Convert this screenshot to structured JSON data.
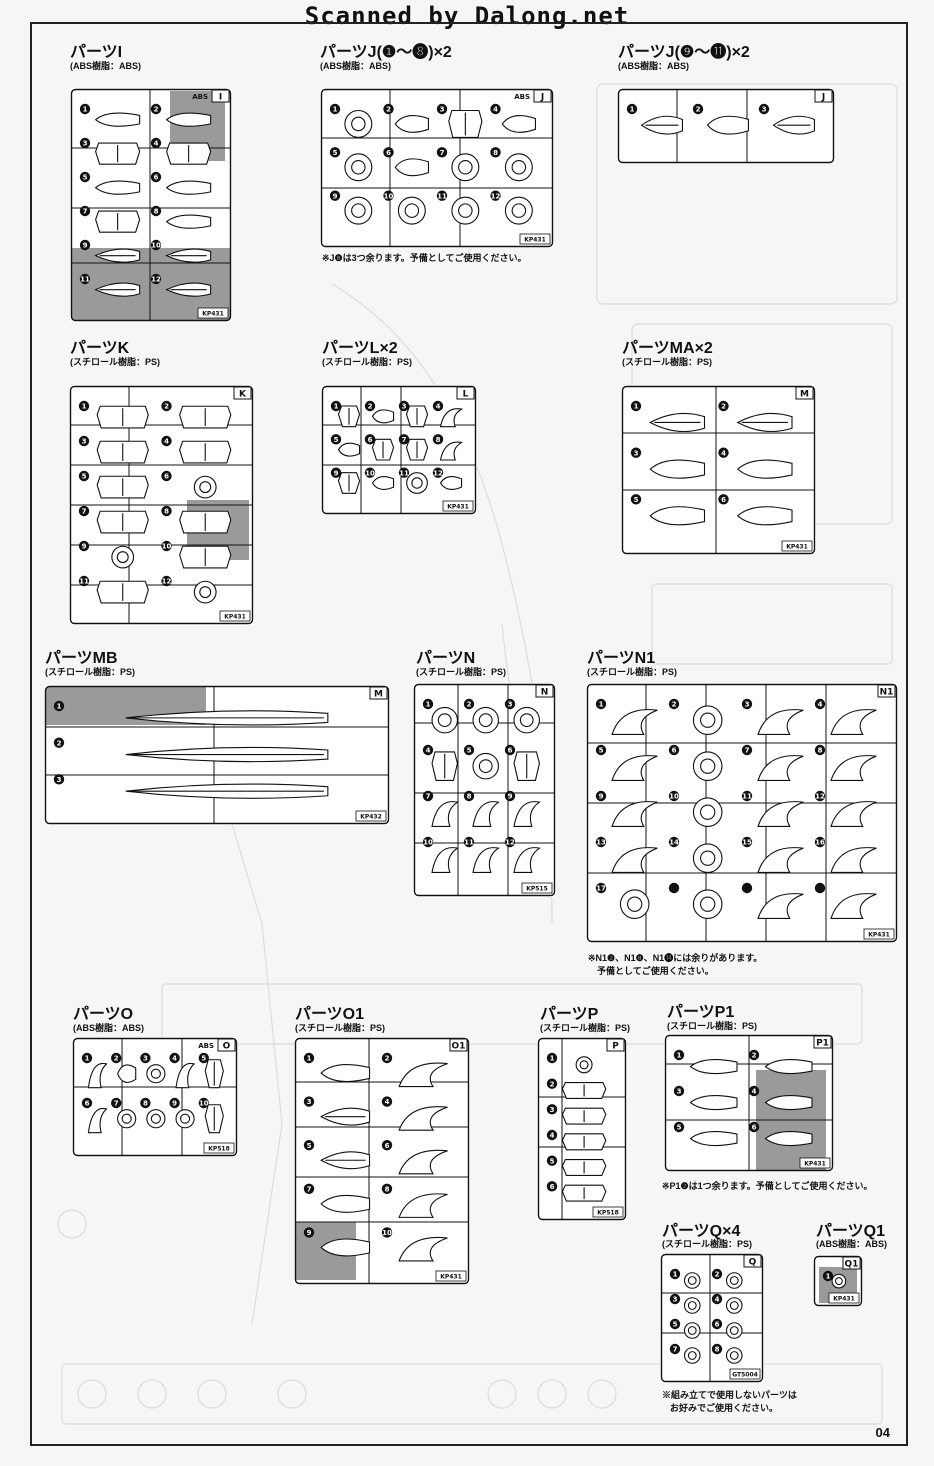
{
  "banner": "Scanned by Dalong.net",
  "page_number": "04",
  "parts": [
    {
      "id": "I",
      "title": "パーツI",
      "material": "(ABS樹脂：ABS)",
      "tag": "I",
      "resin_tag": "ABS",
      "code": "KP431"
    },
    {
      "id": "J1",
      "title": "パーツJ(❶〜❽)×2",
      "material": "(ABS樹脂：ABS)",
      "tag": "J",
      "resin_tag": "ABS",
      "code": "KP431",
      "note": "※J❽は3つ余ります。予備としてご使用ください。"
    },
    {
      "id": "J2",
      "title": "パーツJ(❾〜⓫)×2",
      "material": "(ABS樹脂：ABS)",
      "tag": "J"
    },
    {
      "id": "K",
      "title": "パーツK",
      "material": "(スチロール樹脂：PS)",
      "tag": "K",
      "code": "KP431"
    },
    {
      "id": "L",
      "title": "パーツL×2",
      "material": "(スチロール樹脂：PS)",
      "tag": "L",
      "code": "KP431"
    },
    {
      "id": "MA",
      "title": "パーツMA×2",
      "material": "(スチロール樹脂：PS)",
      "tag": "M",
      "code": "KP431"
    },
    {
      "id": "MB",
      "title": "パーツMB",
      "material": "(スチロール樹脂：PS)",
      "tag": "M",
      "code": "KP432"
    },
    {
      "id": "N",
      "title": "パーツN",
      "material": "(スチロール樹脂：PS)",
      "tag": "N",
      "code": "KP515"
    },
    {
      "id": "N1",
      "title": "パーツN1",
      "material": "(スチロール樹脂：PS)",
      "tag": "N1",
      "code": "KP431",
      "note_lines": [
        "※N1❷、N1❽、N1⓮には余りがあります。",
        "予備としてご使用ください。"
      ]
    },
    {
      "id": "O",
      "title": "パーツO",
      "material": "(ABS樹脂：ABS)",
      "tag": "O",
      "resin_tag": "ABS",
      "code": "KP518"
    },
    {
      "id": "O1",
      "title": "パーツO1",
      "material": "(スチロール樹脂：PS)",
      "tag": "O1",
      "code": "KP431"
    },
    {
      "id": "P",
      "title": "パーツP",
      "material": "(スチロール樹脂：PS)",
      "tag": "P",
      "code": "KP518"
    },
    {
      "id": "P1",
      "title": "パーツP1",
      "material": "(スチロール樹脂：PS)",
      "tag": "P1",
      "code": "KP431",
      "note": "※P1❷は1つ余ります。予備としてご使用ください。"
    },
    {
      "id": "Q",
      "title": "パーツQ×4",
      "material": "(スチロール樹脂：PS)",
      "tag": "Q",
      "code": "GT5004",
      "note_lines": [
        "※組み立てで使用しないパーツは",
        "お好みでご使用ください。"
      ]
    },
    {
      "id": "Q1",
      "title": "パーツQ1",
      "material": "(ABS樹脂：ABS)",
      "tag": "Q1",
      "code": "KP431"
    }
  ],
  "colors": {
    "ink": "#111111",
    "shade": "#9a9a9a",
    "paper": "#f6f6f4",
    "ghost": "#d7dde2"
  }
}
